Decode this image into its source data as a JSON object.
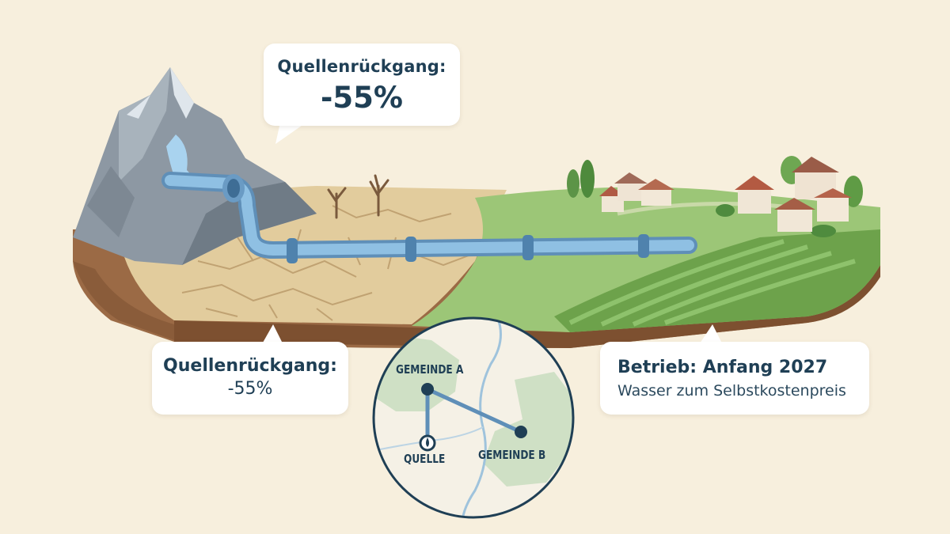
{
  "callouts": {
    "top": {
      "label": "Quellenrückgang:",
      "value": "-55%"
    },
    "left": {
      "label": "Quellenrückgang:",
      "value": "-55%"
    },
    "right": {
      "title": "Betrieb: Anfang 2027",
      "subtitle": "Wasser zum Selbstkostenpreis"
    }
  },
  "map": {
    "nodes": {
      "gemeinde_a": "GEMEINDE A",
      "gemeinde_b": "GEMEINDE B",
      "quelle": "QUELLE"
    }
  },
  "colors": {
    "background": "#f7efdd",
    "text": "#1f3f55",
    "pipe": "#7fb0d8",
    "dry_ground": "#e2cc9d",
    "grass": "#8fc06a",
    "soil": "#9b6a45",
    "mountain": "#8d98a3",
    "map_bg": "#f5f1e6",
    "map_region": "#cfe0c5"
  },
  "icons": [
    "mountain-icon",
    "pipeline-icon",
    "house-icon",
    "tree-icon",
    "water-drop-icon",
    "map-inset-icon"
  ]
}
